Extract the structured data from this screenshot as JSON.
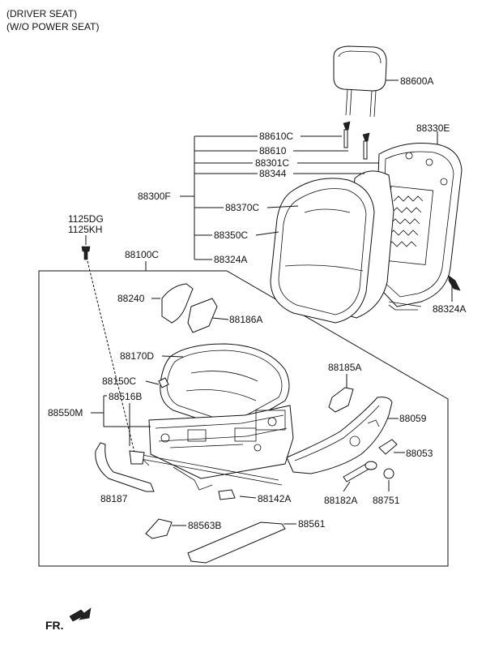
{
  "header": {
    "line1": "(DRIVER SEAT)",
    "line2": "(W/O POWER SEAT)"
  },
  "parts": {
    "p88600A": "88600A",
    "p88330E": "88330E",
    "p88610C": "88610C",
    "p88610": "88610",
    "p88301C": "88301C",
    "p88344": "88344",
    "p88300F": "88300F",
    "p88370C": "88370C",
    "p88350C": "88350C",
    "p88324A_a": "88324A",
    "p88324A_b": "88324A",
    "p1125DG": "1125DG",
    "p1125KH": "1125KH",
    "p88100C": "88100C",
    "p88240": "88240",
    "p88186A": "88186A",
    "p88170D": "88170D",
    "p88150C": "88150C",
    "p88185A": "88185A",
    "p88516B": "88516B",
    "p88550M": "88550M",
    "p88059": "88059",
    "p88053": "88053",
    "p88187": "88187",
    "p88142A": "88142A",
    "p88182A": "88182A",
    "p88751": "88751",
    "p88563B": "88563B",
    "p88561": "88561"
  },
  "footer": {
    "direction": "FR."
  }
}
